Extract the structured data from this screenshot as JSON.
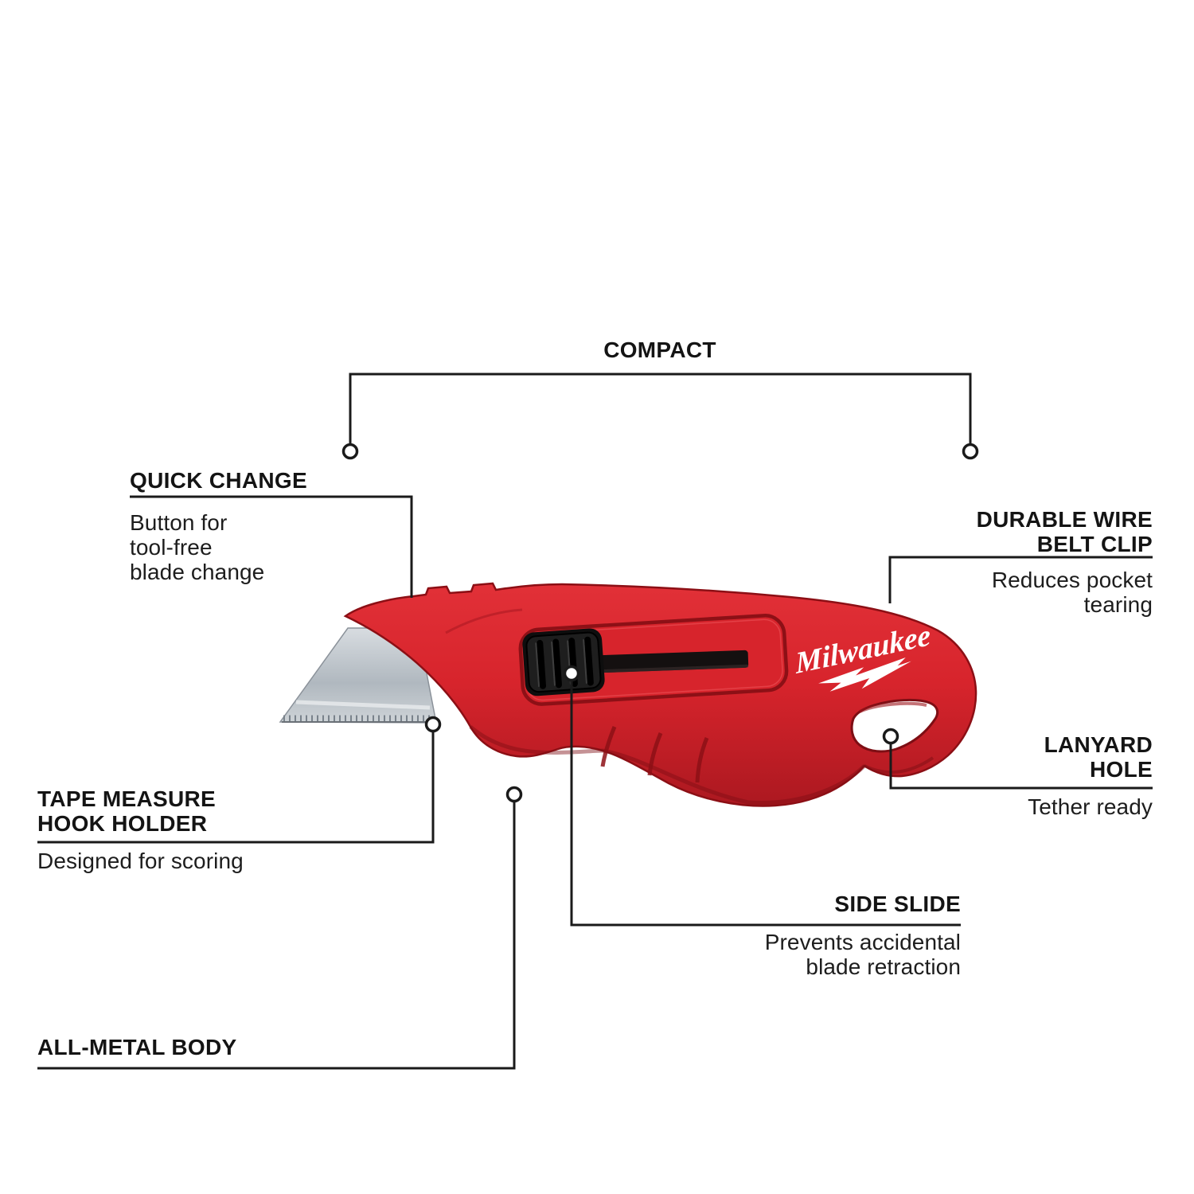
{
  "figure": {
    "type": "product-feature-diagram",
    "product": "compact side-slide utility knife",
    "background": "#ffffff"
  },
  "colors": {
    "body_red": "#d7242c",
    "body_red_light": "#e8353b",
    "body_red_dark": "#a91720",
    "body_outline": "#8c0f15",
    "black_part": "#161616",
    "blade_gray": "#b3bac1",
    "callout_line": "#1a1a1a",
    "text_black": "#141414",
    "logo_white": "#ffffff"
  },
  "knife": {
    "logo_text": "Milwaukee"
  },
  "callouts": {
    "compact": {
      "title": "COMPACT"
    },
    "quick_change": {
      "title": "QUICK CHANGE",
      "description_lines": [
        "Button for",
        "tool-free",
        "blade change"
      ]
    },
    "durable_wire_belt_clip": {
      "title_lines": [
        "DURABLE WIRE",
        "BELT CLIP"
      ],
      "description_lines": [
        "Reduces pocket",
        "tearing"
      ]
    },
    "tape_measure_hook_holder": {
      "title_lines": [
        "TAPE MEASURE",
        "HOOK HOLDER"
      ],
      "description": "Designed for scoring"
    },
    "lanyard_hole": {
      "title_lines": [
        "LANYARD",
        "HOLE"
      ],
      "description": "Tether ready"
    },
    "side_slide": {
      "title": "SIDE SLIDE",
      "description_lines": [
        "Prevents accidental",
        "blade retraction"
      ]
    },
    "all_metal_body": {
      "title": "ALL-METAL BODY"
    }
  }
}
